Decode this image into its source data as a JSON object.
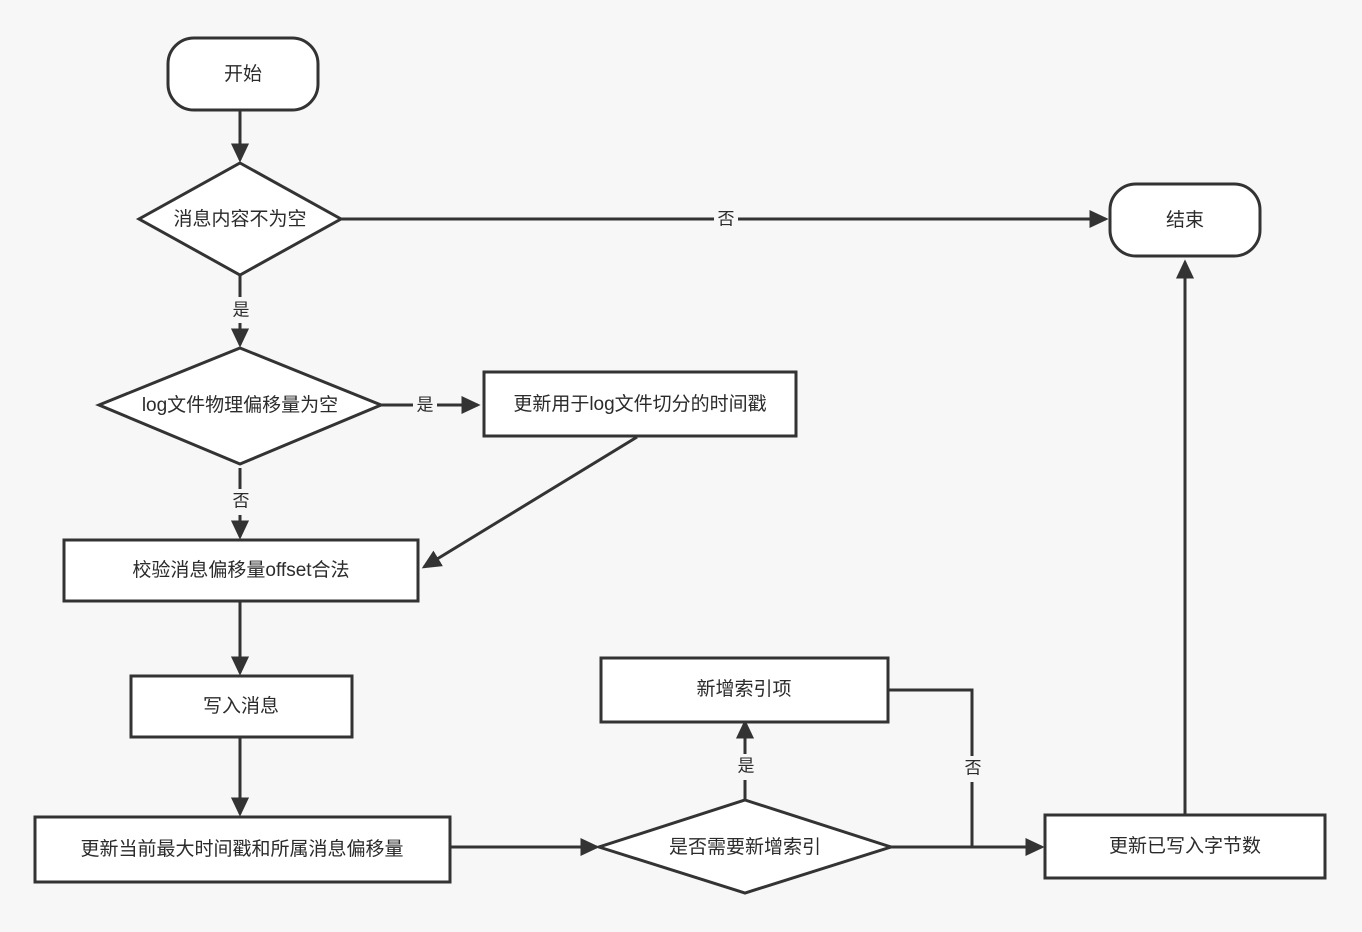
{
  "diagram": {
    "type": "flowchart",
    "title": "",
    "background_color": "#f7f7f7",
    "node_fill": "#ffffff",
    "node_stroke": "#333333",
    "text_color": "#2b2b2b",
    "nodes": [
      {
        "id": "start",
        "shape": "stadium",
        "label": "开始"
      },
      {
        "id": "check_empty",
        "shape": "diamond",
        "label": "消息内容不为空"
      },
      {
        "id": "end",
        "shape": "stadium",
        "label": "结束"
      },
      {
        "id": "check_offset",
        "shape": "diamond",
        "label": "log文件物理偏移量为空"
      },
      {
        "id": "update_ts",
        "shape": "rect",
        "label": "更新用于log文件切分的时间戳"
      },
      {
        "id": "verify",
        "shape": "rect",
        "label": "校验消息偏移量offset合法"
      },
      {
        "id": "write_msg",
        "shape": "rect",
        "label": "写入消息"
      },
      {
        "id": "update_max",
        "shape": "rect",
        "label": "更新当前最大时间戳和所属消息偏移量"
      },
      {
        "id": "need_index",
        "shape": "diamond",
        "label": "是否需要新增索引"
      },
      {
        "id": "add_index",
        "shape": "rect",
        "label": "新增索引项"
      },
      {
        "id": "update_bytes",
        "shape": "rect",
        "label": "更新已写入字节数"
      }
    ],
    "edges": [
      {
        "from": "start",
        "to": "check_empty",
        "label": ""
      },
      {
        "from": "check_empty",
        "to": "end",
        "label": "否"
      },
      {
        "from": "check_empty",
        "to": "check_offset",
        "label": "是"
      },
      {
        "from": "check_offset",
        "to": "update_ts",
        "label": "是"
      },
      {
        "from": "check_offset",
        "to": "verify",
        "label": "否"
      },
      {
        "from": "update_ts",
        "to": "verify",
        "label": ""
      },
      {
        "from": "verify",
        "to": "write_msg",
        "label": ""
      },
      {
        "from": "write_msg",
        "to": "update_max",
        "label": ""
      },
      {
        "from": "update_max",
        "to": "need_index",
        "label": ""
      },
      {
        "from": "need_index",
        "to": "add_index",
        "label": "是"
      },
      {
        "from": "need_index",
        "to": "update_bytes",
        "label": ""
      },
      {
        "from": "add_index",
        "to": "update_bytes",
        "label": "否"
      },
      {
        "from": "update_bytes",
        "to": "end",
        "label": ""
      }
    ],
    "edge_labels": {
      "no_to_end": "否",
      "yes_to_offset": "是",
      "yes_to_update_ts": "是",
      "no_to_verify": "否",
      "yes_to_add_index": "是",
      "no_to_update_bytes": "否"
    }
  }
}
